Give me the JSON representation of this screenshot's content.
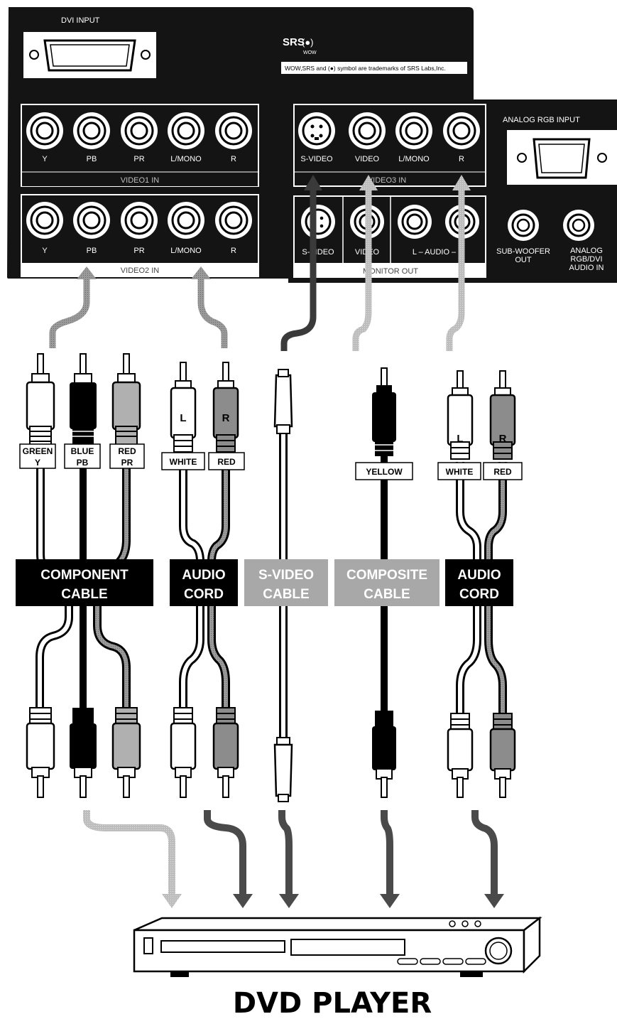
{
  "panel": {
    "dvi_input_label": "DVI INPUT",
    "srs_logo": "SRS",
    "srs_logo_sub": "WOW",
    "trademark_note": "WOW,SRS and (●) symbol are trademarks of SRS Labs,Inc.",
    "analog_rgb_input_label": "ANALOG RGB INPUT",
    "video1": {
      "title": "VIDEO1 IN",
      "ports": [
        "Y",
        "PB",
        "PR",
        "L/MONO",
        "R"
      ]
    },
    "video2": {
      "title": "VIDEO2 IN",
      "ports": [
        "Y",
        "PB",
        "PR",
        "L/MONO",
        "R"
      ]
    },
    "video3": {
      "title": "VIDEO3 IN",
      "ports": [
        "S-VIDEO",
        "VIDEO",
        "L/MONO",
        "R"
      ]
    },
    "monitor_out": {
      "title": "MONITOR OUT",
      "ports": [
        "S-VIDEO",
        "VIDEO",
        "L – AUDIO – R"
      ]
    },
    "subwoofer_label": [
      "SUB-WOOFER",
      "OUT"
    ],
    "analog_audio_label": [
      "ANALOG",
      "RGB/DVI",
      "AUDIO IN"
    ]
  },
  "plug_tags": {
    "green": [
      "GREEN",
      "Y"
    ],
    "blue": [
      "BLUE",
      "PB"
    ],
    "red_pr": [
      "RED",
      "PR"
    ],
    "white_1": "WHITE",
    "red_1": "RED",
    "l_1": "L",
    "r_1": "R",
    "yellow": "YELLOW",
    "white_2": "WHITE",
    "red_2": "RED",
    "l_2": "L",
    "r_2": "R"
  },
  "cable_labels": {
    "component": [
      "COMPONENT",
      "CABLE"
    ],
    "audio_1": [
      "AUDIO",
      "CORD"
    ],
    "svideo": [
      "S-VIDEO",
      "CABLE"
    ],
    "composite": [
      "COMPOSITE",
      "CABLE"
    ],
    "audio_2": [
      "AUDIO",
      "CORD"
    ]
  },
  "device_label": "DVD PLAYER"
}
